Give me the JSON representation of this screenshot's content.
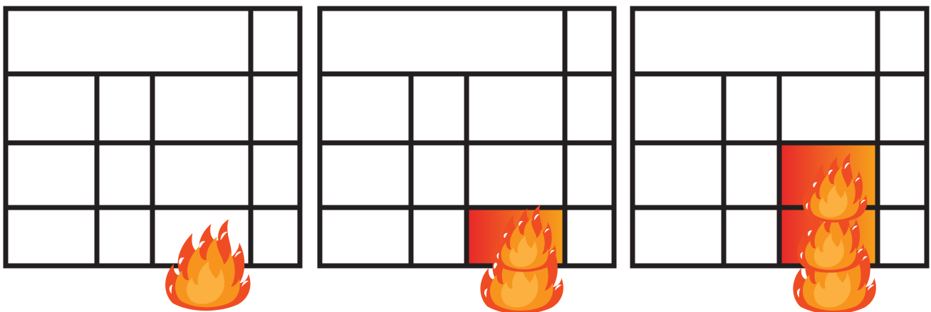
{
  "panels": [
    {
      "id": "stage-1",
      "burning_cells": []
    },
    {
      "id": "stage-2",
      "burning_cells": [
        [
          3,
          2
        ]
      ]
    },
    {
      "id": "stage-3",
      "burning_cells": [
        [
          3,
          2
        ],
        [
          2,
          2
        ]
      ]
    }
  ],
  "grid": {
    "rows": 4,
    "top_row_spans_first_three_columns": true
  },
  "colors": {
    "lines": "#231f20",
    "background": "#ffffff",
    "burn_gradient_start": "#e8262a",
    "burn_gradient_end": "#f7a21b",
    "flame_outer": "#ef4c24",
    "flame_mid": "#f7941d",
    "flame_inner": "#fbb040",
    "flame_core": "#ffffff"
  },
  "icons": {
    "fire": "fire-icon"
  }
}
